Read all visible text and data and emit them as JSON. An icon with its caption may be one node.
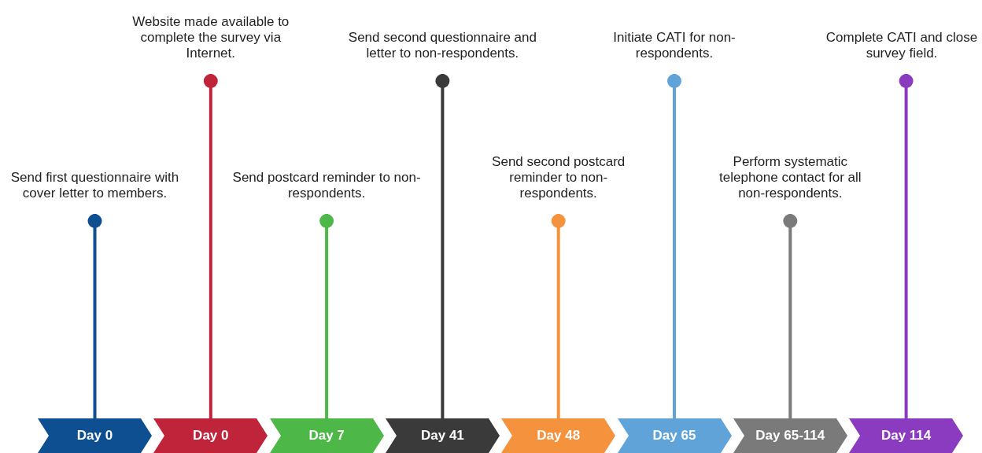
{
  "diagram": {
    "nodes": [
      {
        "text": [
          "Send first questionnaire with cover letter to members."
        ]
      },
      {
        "text": [
          "Day 0"
        ]
      },
      {
        "text": [
          "Website made available to complete the survey via Internet."
        ]
      },
      {
        "text": [
          "Day 0"
        ]
      },
      {
        "text": [
          "Send postcard reminder to non-respondents."
        ]
      },
      {
        "text": [
          "Day 7"
        ]
      },
      {
        "text": [
          "Send second questionnaire and letter to non-respondents."
        ]
      },
      {
        "text": [
          "Day 41"
        ]
      },
      {
        "text": [
          "Send second postcard reminder to non-respondents."
        ]
      },
      {
        "text": [
          "Day 48"
        ]
      },
      {
        "text": [
          "Initiate CATI for non-respondents."
        ]
      },
      {
        "text": [
          "Day 65"
        ]
      },
      {
        "text": [
          "Perform systematic telephone contact for all non-respondents."
        ]
      },
      {
        "text": [
          "Day 65-114"
        ]
      },
      {
        "text": [
          "Complete CATI and close survey field."
        ]
      },
      {
        "text": [
          "Day 114"
        ]
      }
    ],
    "edges": [
      {
        "from": 0,
        "to": 1,
        "arrow": "other",
        "color": "#0d4f91"
      },
      {
        "from": 2,
        "to": 3,
        "arrow": "other",
        "color": "#c0243b"
      },
      {
        "from": 4,
        "to": 5,
        "arrow": "other",
        "color": "#4db848"
      },
      {
        "from": 6,
        "to": 7,
        "arrow": "other",
        "color": "#3a3a3a"
      },
      {
        "from": 8,
        "to": 9,
        "arrow": "other",
        "color": "#f5923e"
      },
      {
        "from": 10,
        "to": 11,
        "arrow": "other",
        "color": "#5fa3d9"
      },
      {
        "from": 12,
        "to": 13,
        "arrow": "other",
        "color": "#7a7a7a"
      },
      {
        "from": 14,
        "to": 15,
        "arrow": "other",
        "color": "#8a3bbf"
      }
    ]
  }
}
